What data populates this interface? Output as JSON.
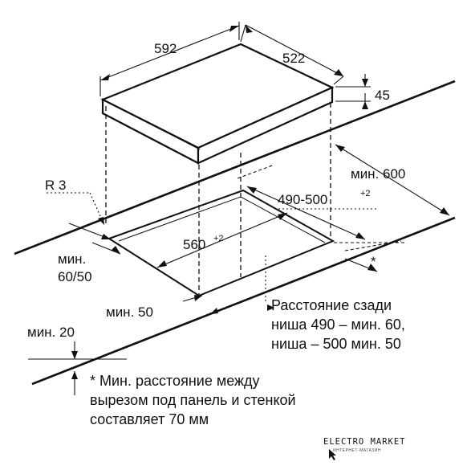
{
  "dimensions": {
    "width_top": "592",
    "depth_top": "522",
    "thickness": "45",
    "worktop_min": "мин. 600",
    "cutout_width": "490-500",
    "cutout_width_tol": "+2",
    "cutout_depth": "560",
    "cutout_depth_tol": "+2",
    "radius": "R 3",
    "front_min_line1": "мин.",
    "front_min_line2": "60/50",
    "side_min": "мин. 50",
    "wall_min": "мин. 20",
    "asterisk": "*"
  },
  "rear_note": {
    "line1": "Расстояние сзади",
    "line2": "ниша 490 – мин. 60,",
    "line3": "ниша – 500 мин. 50"
  },
  "footnote": {
    "line1": "* Мин. расстояние между",
    "line2": "вырезом под панель и стенкой",
    "line3": "составляет 70 мм"
  },
  "logo": {
    "name": "ELECTRO MARKET",
    "sub": "ИНТЕРНЕТ-МАГАЗИН"
  }
}
